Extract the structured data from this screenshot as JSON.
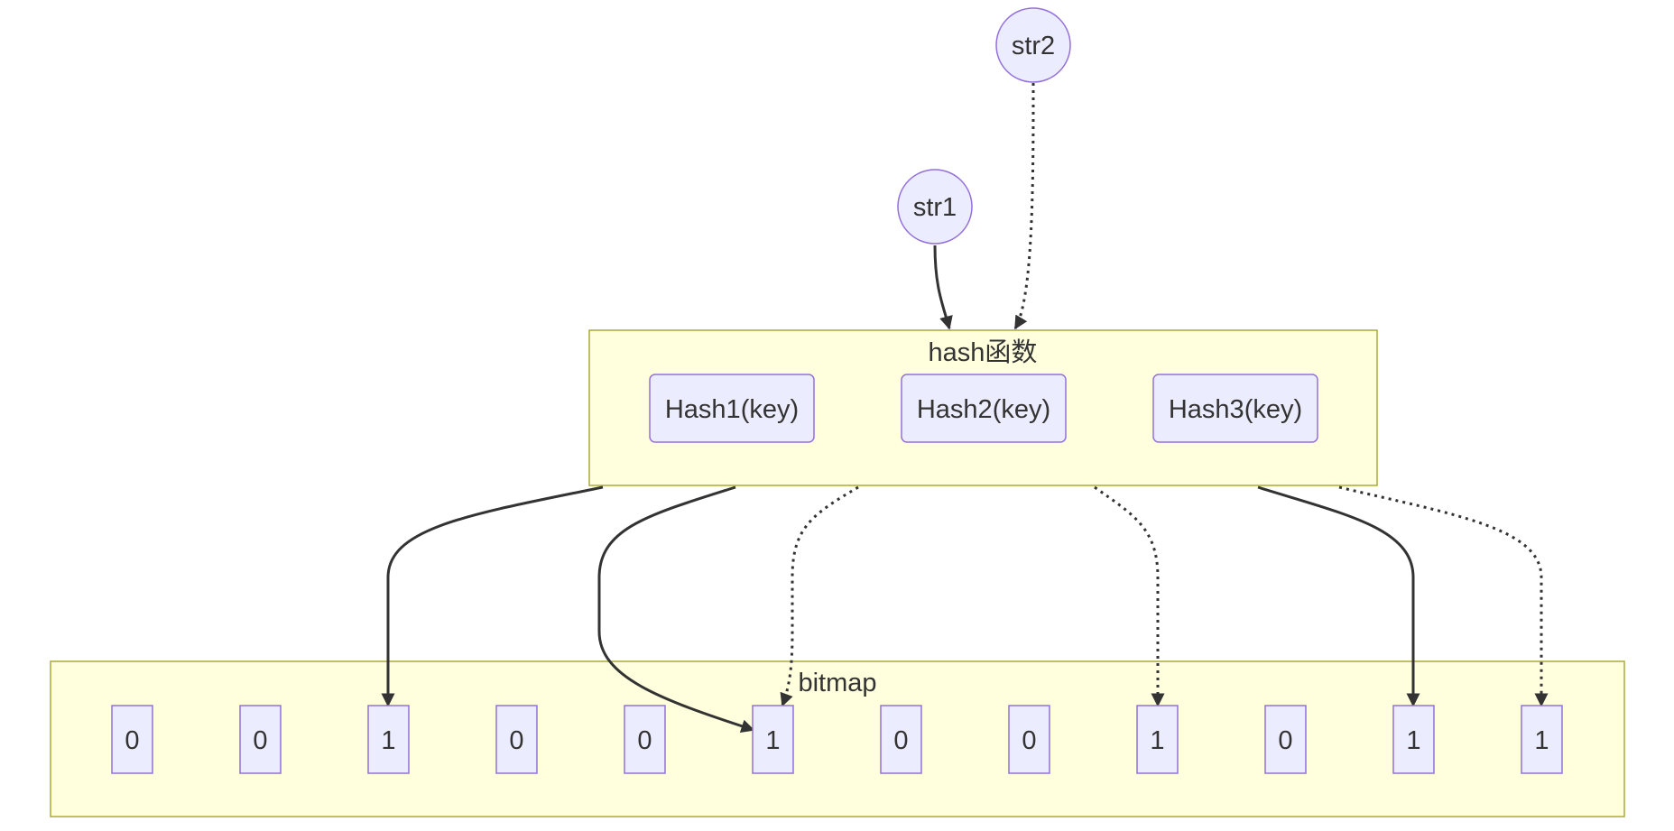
{
  "colors": {
    "cluster_fill": "#ffffde",
    "cluster_stroke": "#aaaa33",
    "node_fill": "#ececff",
    "node_stroke": "#9370db",
    "edge": "#333333",
    "text": "#333333"
  },
  "nodes": {
    "str1": "str1",
    "str2": "str2"
  },
  "hash_cluster": {
    "label": "hash函数",
    "functions": [
      "Hash1(key)",
      "Hash2(key)",
      "Hash3(key)"
    ]
  },
  "bitmap_cluster": {
    "label": "bitmap",
    "bits": [
      "0",
      "0",
      "1",
      "0",
      "0",
      "1",
      "0",
      "0",
      "1",
      "0",
      "1",
      "1"
    ]
  },
  "edges": [
    {
      "from": "str1",
      "to": "hash函数",
      "style": "solid"
    },
    {
      "from": "str2",
      "to": "hash函数",
      "style": "dotted"
    },
    {
      "from": "hash函数",
      "to": "bit 3",
      "style": "solid"
    },
    {
      "from": "hash函数",
      "to": "bit 6",
      "style": "solid"
    },
    {
      "from": "hash函数",
      "to": "bit 6",
      "style": "dotted"
    },
    {
      "from": "hash函数",
      "to": "bit 9",
      "style": "dotted"
    },
    {
      "from": "hash函数",
      "to": "bit 11",
      "style": "solid"
    },
    {
      "from": "hash函数",
      "to": "bit 12",
      "style": "dotted"
    }
  ]
}
